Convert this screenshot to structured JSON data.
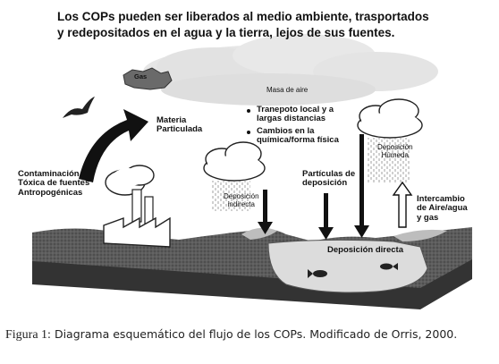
{
  "title_line1": "Los COPs pueden ser liberados al medio ambiente, trasportados",
  "title_line2": "y redepositados en el agua y la tierra, lejos de sus fuentes.",
  "labels": {
    "gas": "Gas",
    "masa_aire": "Masa de aire",
    "transporte_1": "Tranepoto local y a",
    "transporte_2": "largas distancias",
    "cambios_1": "Cambios en la",
    "cambios_2": "química/forma física",
    "materia_1": "Materia",
    "materia_2": "Particulada",
    "contaminacion_1": "Contaminación",
    "contaminacion_2": "Tóxica de fuentes",
    "contaminacion_3": "Antropogénicas",
    "dep_indirecta_1": "Deposición",
    "dep_indirecta_2": "indirecta",
    "dep_humeda_1": "Deposición",
    "dep_humeda_2": "Húmeda",
    "particulas_1": "Partículas de",
    "particulas_2": "deposición",
    "intercambio_1": "Intercambio",
    "intercambio_2": "de Aire/agua",
    "intercambio_3": "y gas",
    "dep_directa": "Deposición directa"
  },
  "caption": {
    "label": "Figura 1:",
    "text": "Diagrama esquemático del flujo de los COPs. Modificado de Orris, 2000."
  },
  "colors": {
    "ink": "#111111",
    "cloud_light": "#e4e4e4",
    "ground_dark": "#4a4a4a",
    "water": "#dcdcdc"
  }
}
